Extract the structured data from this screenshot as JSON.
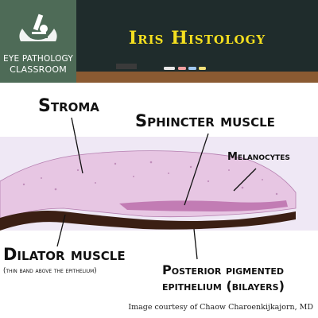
{
  "logo": {
    "line1": "EYE PATHOLOGY",
    "line2": "CLASSROOM"
  },
  "title": "Iris Histology",
  "labels": {
    "stroma": "Stroma",
    "sphincter": "Sphincter muscle",
    "melanocytes": "Melanocytes",
    "dilator": "Dilator muscle",
    "dilator_note": "(thin band above the epithelium)",
    "posterior_line1": "Posterior pigmented",
    "posterior_line2": "epithelium (bilayers)"
  },
  "credit": "Image courtesy of Chaow Charoenkijkajorn, MD",
  "colors": {
    "logo_bg": "#4e6b57",
    "board": "#1f2a2b",
    "title": "#f4df1f",
    "tissue": "#e7c6e3",
    "pigment": "#3b1f14"
  }
}
